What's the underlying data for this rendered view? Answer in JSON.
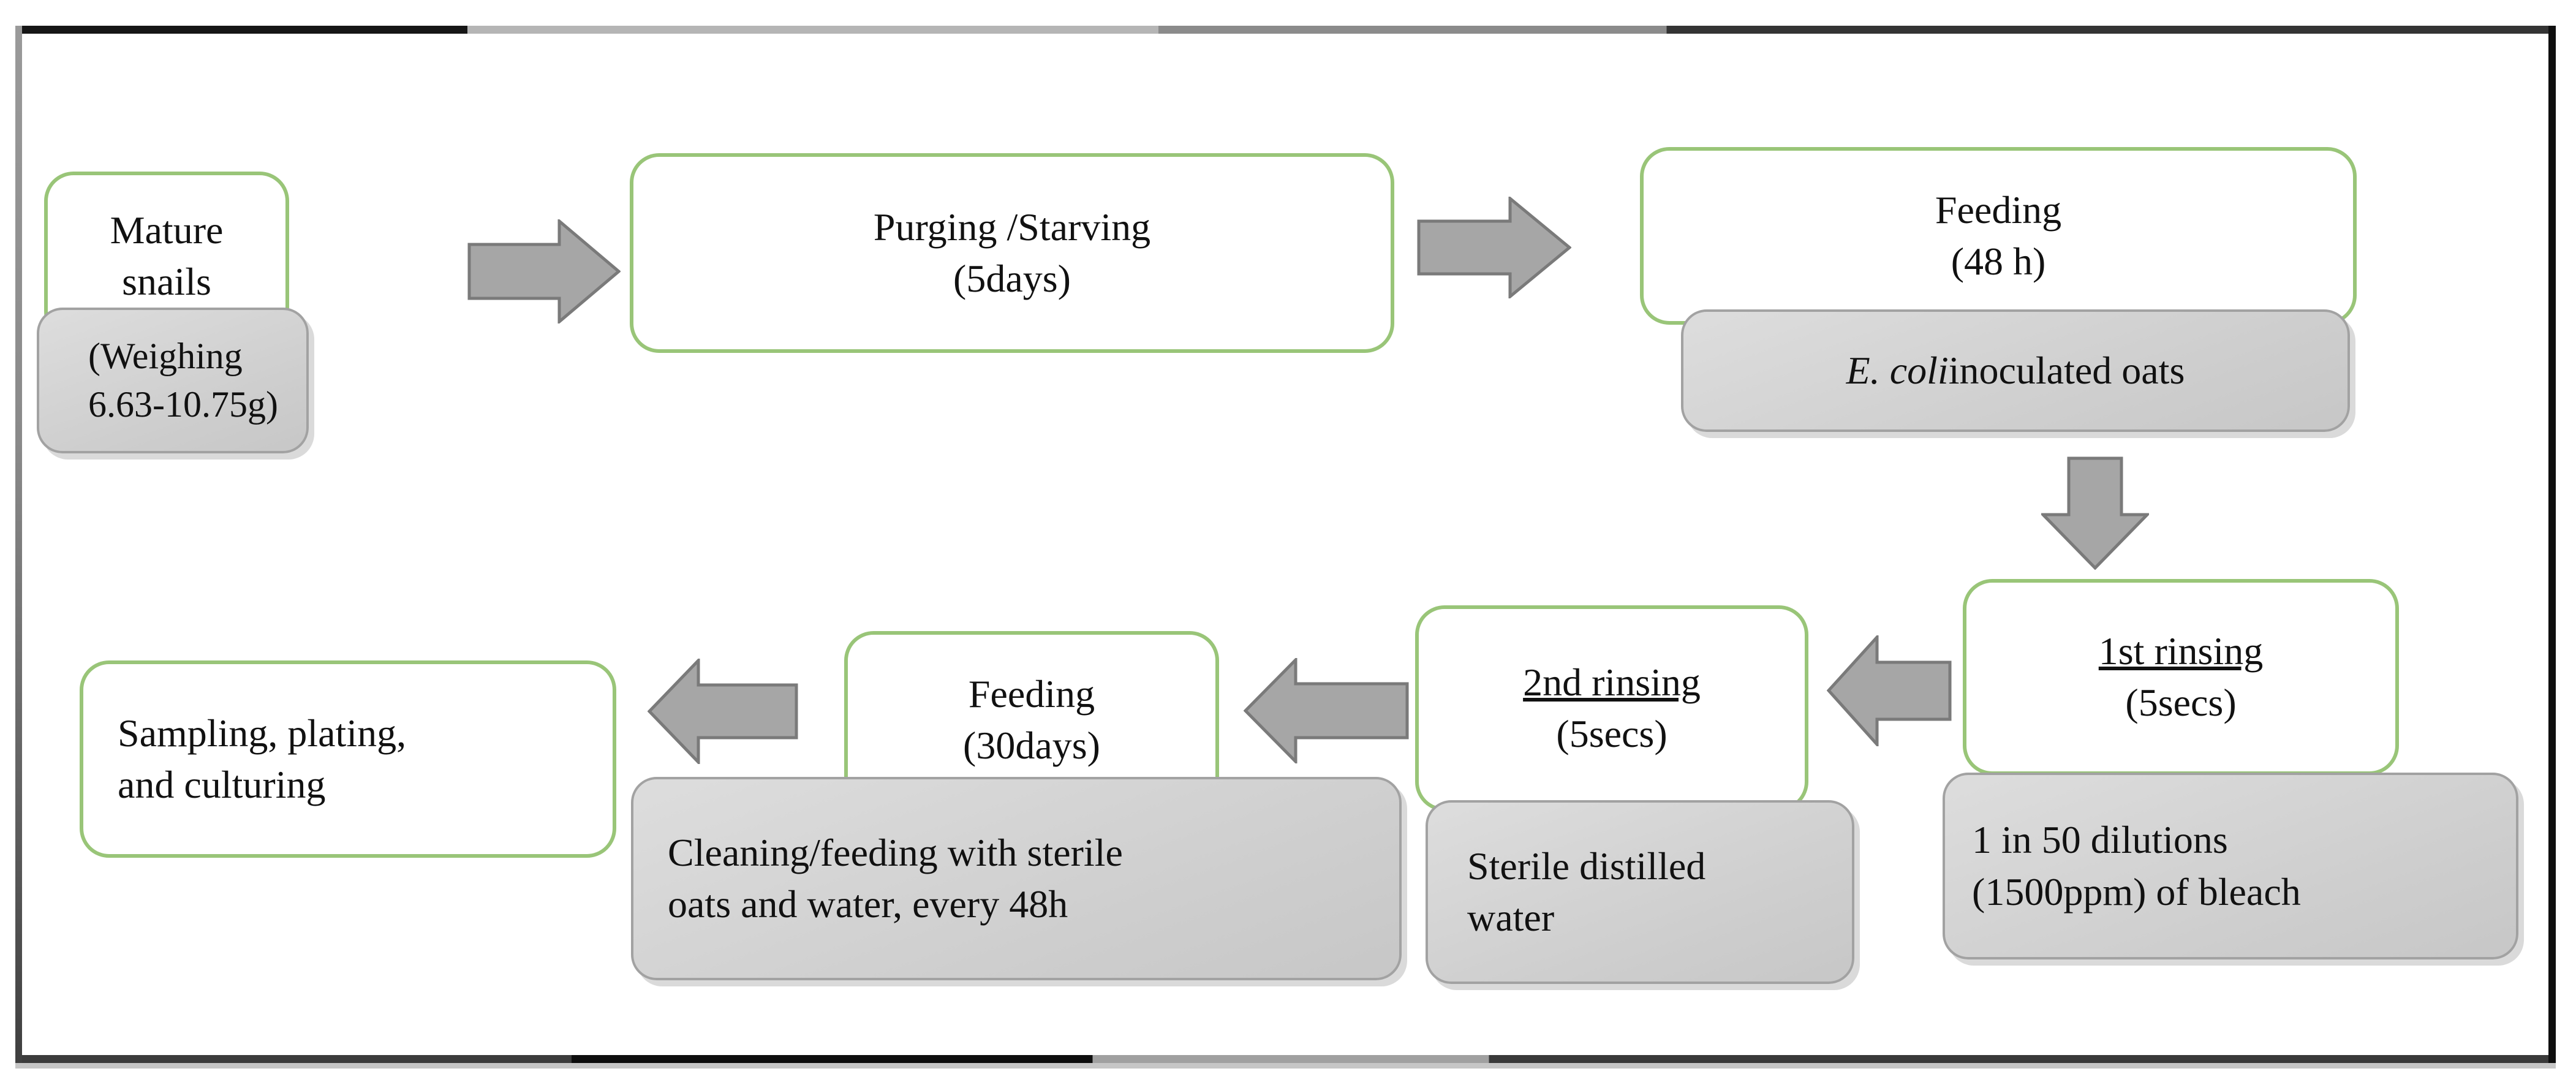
{
  "colors": {
    "step_border_green": "#99c578",
    "note_fill_gray": "#d2d2d2",
    "note_border_gray": "#a2a2a2",
    "arrow_fill": "#a6a6a6",
    "arrow_outline": "#7a7a7a",
    "text": "#111111",
    "frame_dark": "#161616",
    "frame_gray": "#8b8b8b"
  },
  "steps": {
    "mature": {
      "lines": [
        "Mature",
        "snails"
      ]
    },
    "purging": {
      "lines": [
        "Purging /Starving",
        "(5days)"
      ]
    },
    "feeding48": {
      "lines": [
        "Feeding",
        "(48 h)"
      ]
    },
    "rinsing1": {
      "lines": [
        "1st rinsing",
        "(5secs)"
      ]
    },
    "rinsing2": {
      "lines": [
        "2nd rinsing",
        "(5secs)"
      ]
    },
    "feeding30": {
      "lines": [
        "Feeding",
        "(30days)"
      ]
    },
    "sampling": {
      "lines": [
        "Sampling, plating,",
        "and culturing"
      ]
    }
  },
  "notes": {
    "weighing": {
      "lines": [
        "(Weighing",
        "6.63-10.75g)"
      ]
    },
    "ecoli": {
      "italic": "E. coli",
      "rest": " inoculated oats"
    },
    "bleach": {
      "lines": [
        "1 in 50 dilutions",
        "(1500ppm) of bleach"
      ]
    },
    "sterile": {
      "lines": [
        "Sterile distilled",
        "water"
      ]
    },
    "cleaning": {
      "lines": [
        "Cleaning/feeding with sterile",
        "oats and water, every 48h"
      ]
    }
  },
  "flow": {
    "arrow_1": "mature-snails to purging-starving",
    "arrow_2": "purging-starving to feeding-48h",
    "arrow_3": "feeding-48h down to 1st-rinsing",
    "arrow_4": "1st-rinsing to 2nd-rinsing",
    "arrow_5": "2nd-rinsing to feeding-30days",
    "arrow_6": "feeding-30days to sampling-plating-culturing"
  }
}
